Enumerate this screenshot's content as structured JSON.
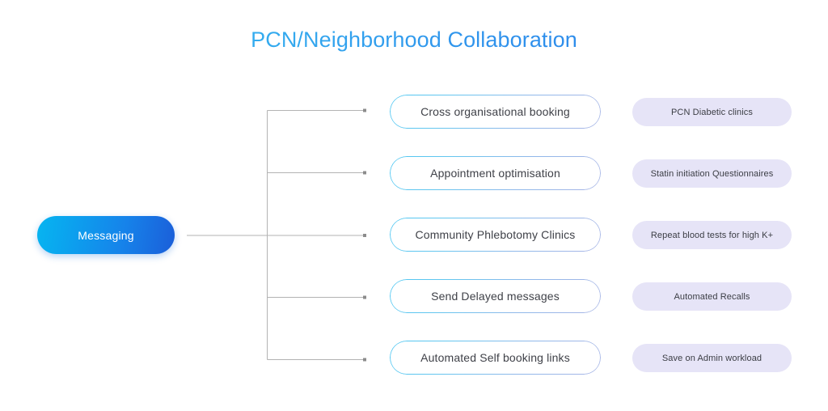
{
  "slide": {
    "title": "PCN/Neighborhood Collaboration",
    "background_color": "#ffffff"
  },
  "source_node": {
    "label": "Messaging",
    "gradient_start": "#07b5f0",
    "gradient_end": "#1b5ed9",
    "text_color": "#ffffff"
  },
  "branches": [
    {
      "feature": "Cross organisational booking",
      "outcome": "PCN Diabetic clinics"
    },
    {
      "feature": "Appointment optimisation",
      "outcome": "Statin initiation Questionnaires"
    },
    {
      "feature": "Community Phlebotomy Clinics",
      "outcome": "Repeat blood tests for high K+"
    },
    {
      "feature": "Send Delayed messages",
      "outcome": "Automated Recalls"
    },
    {
      "feature": "Automated Self booking links",
      "outcome": "Save on Admin workload"
    }
  ],
  "style": {
    "title_gradient_start": "#2ec2f2",
    "title_gradient_end": "#2b7de9",
    "feature_border_start": "#4ec7f2",
    "feature_border_end": "#a9b6e6",
    "feature_text_color": "#3f4148",
    "outcome_fill": "#e6e4f7",
    "outcome_text_color": "#3b3d44",
    "connector_color": "#b3b3b3"
  }
}
